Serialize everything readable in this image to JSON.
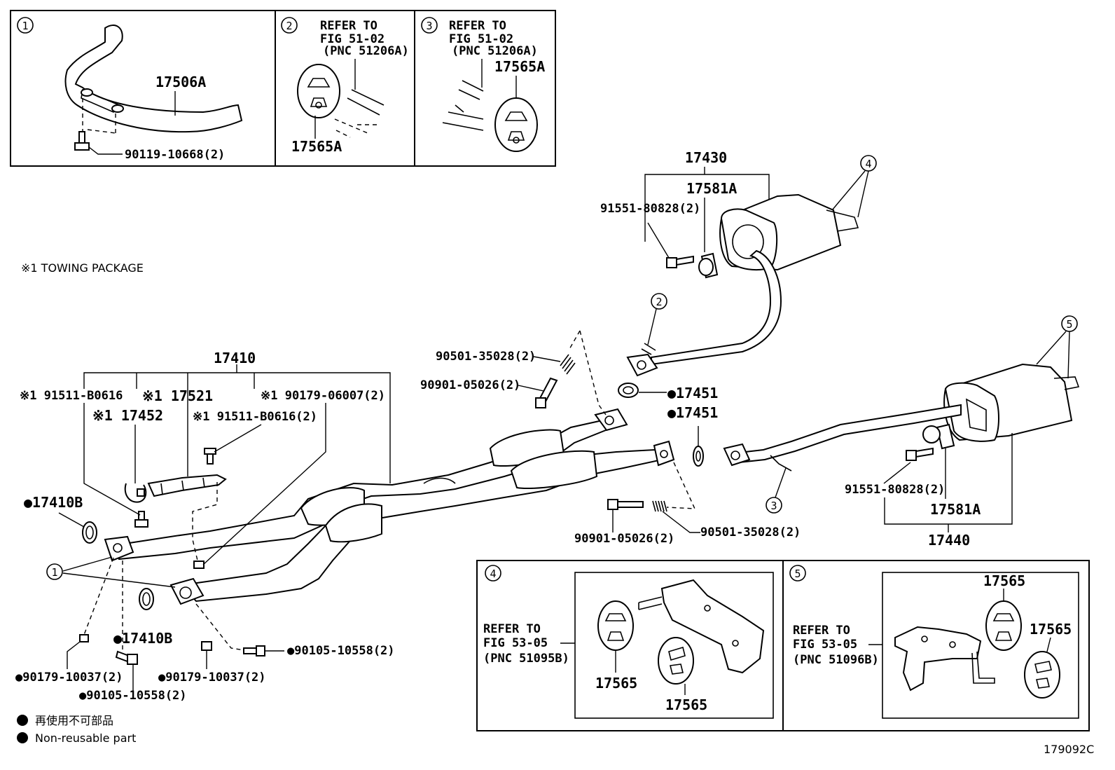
{
  "figure_code": "179092C",
  "towing_note": "※1  TOWING PACKAGE",
  "legend": {
    "jp": "再使用不可部品",
    "en": "Non-reusable part"
  },
  "inset1": {
    "num": "1",
    "part": "17506A",
    "bolt": "90119-10668(2)"
  },
  "inset2": {
    "num": "2",
    "refer_l1": "REFER TO",
    "refer_l2": "FIG 51-02",
    "refer_l3": "(PNC 51206A)",
    "part": "17565A"
  },
  "inset3": {
    "num": "3",
    "refer_l1": "REFER TO",
    "refer_l2": "FIG 51-02",
    "refer_l3": "(PNC 51206A)",
    "part": "17565A"
  },
  "inset4": {
    "num": "4",
    "refer_l1": "REFER TO",
    "refer_l2": "FIG 53-05",
    "refer_l3": "(PNC 51095B)",
    "part_a": "17565",
    "part_b": "17565"
  },
  "inset5": {
    "num": "5",
    "refer_l1": "REFER TO",
    "refer_l2": "FIG 53-05",
    "refer_l3": "(PNC 51096B)",
    "part_a": "17565",
    "part_b": "17565"
  },
  "callouts": {
    "c1": "1",
    "c2": "2",
    "c3": "3",
    "c4": "4",
    "c5": "5"
  },
  "labels": {
    "p17410": "17410",
    "p91511_a": "※1 91511-B0616",
    "p17521": "※1 17521",
    "p90179_06007": "※1 90179-06007(2)",
    "p17452": "※1 17452",
    "p91511_b": "※1 91511-B0616(2)",
    "p17410B_a": "●17410B",
    "p17410B_b": "●17410B",
    "p90179_10037_a": "●90179-10037(2)",
    "p90105_10558_a": "●90105-10558(2)",
    "p90179_10037_b": "●90179-10037(2)",
    "p90105_10558_b": "●90105-10558(2)",
    "p90501_a": "90501-35028(2)",
    "p90901_a": "90901-05026(2)",
    "p17451_a": "●17451",
    "p17451_b": "●17451",
    "p90901_b": "90901-05026(2)",
    "p90501_b": "90501-35028(2)",
    "p17430": "17430",
    "p17581A_a": "17581A",
    "p91551_a": "91551-80828(2)",
    "p91551_b": "91551-80828(2)",
    "p17581A_b": "17581A",
    "p17440": "17440"
  }
}
